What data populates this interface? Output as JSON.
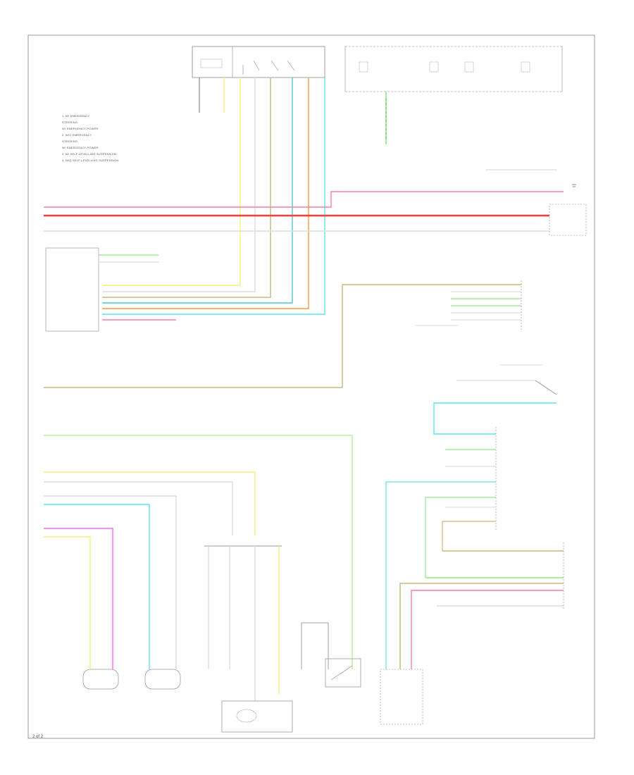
{
  "diagram": {
    "title": "Wiring Diagram",
    "page_ref": "2 of 2",
    "notes": [
      "1. W/ EMERGENCY",
      "   STEERING",
      "   W/ EMERGENCY POWER",
      "2. W/O EMERGENCY",
      "   STEERING",
      "   W/ EMERGENCY POWER",
      "3. W/ SELF-LEVELLING SUSPENSION",
      "4. W/O SELF-LEVELLING SUSPENSION"
    ]
  },
  "colors": {
    "border": "#999999",
    "wire_red": "#ff3b3b",
    "wire_pink": "#ff7fa0",
    "wire_yellow": "#f4f07a",
    "wire_orange": "#ff9a3c",
    "wire_cyan": "#5fe0f0",
    "wire_teal": "#4fc8d0",
    "wire_green": "#8fe68f",
    "wire_lightgreen": "#b8f0a0",
    "wire_magenta": "#ff66ff",
    "wire_tan": "#c8b878",
    "wire_gray": "#9a9a9a",
    "wire_white": "#dddddd"
  }
}
